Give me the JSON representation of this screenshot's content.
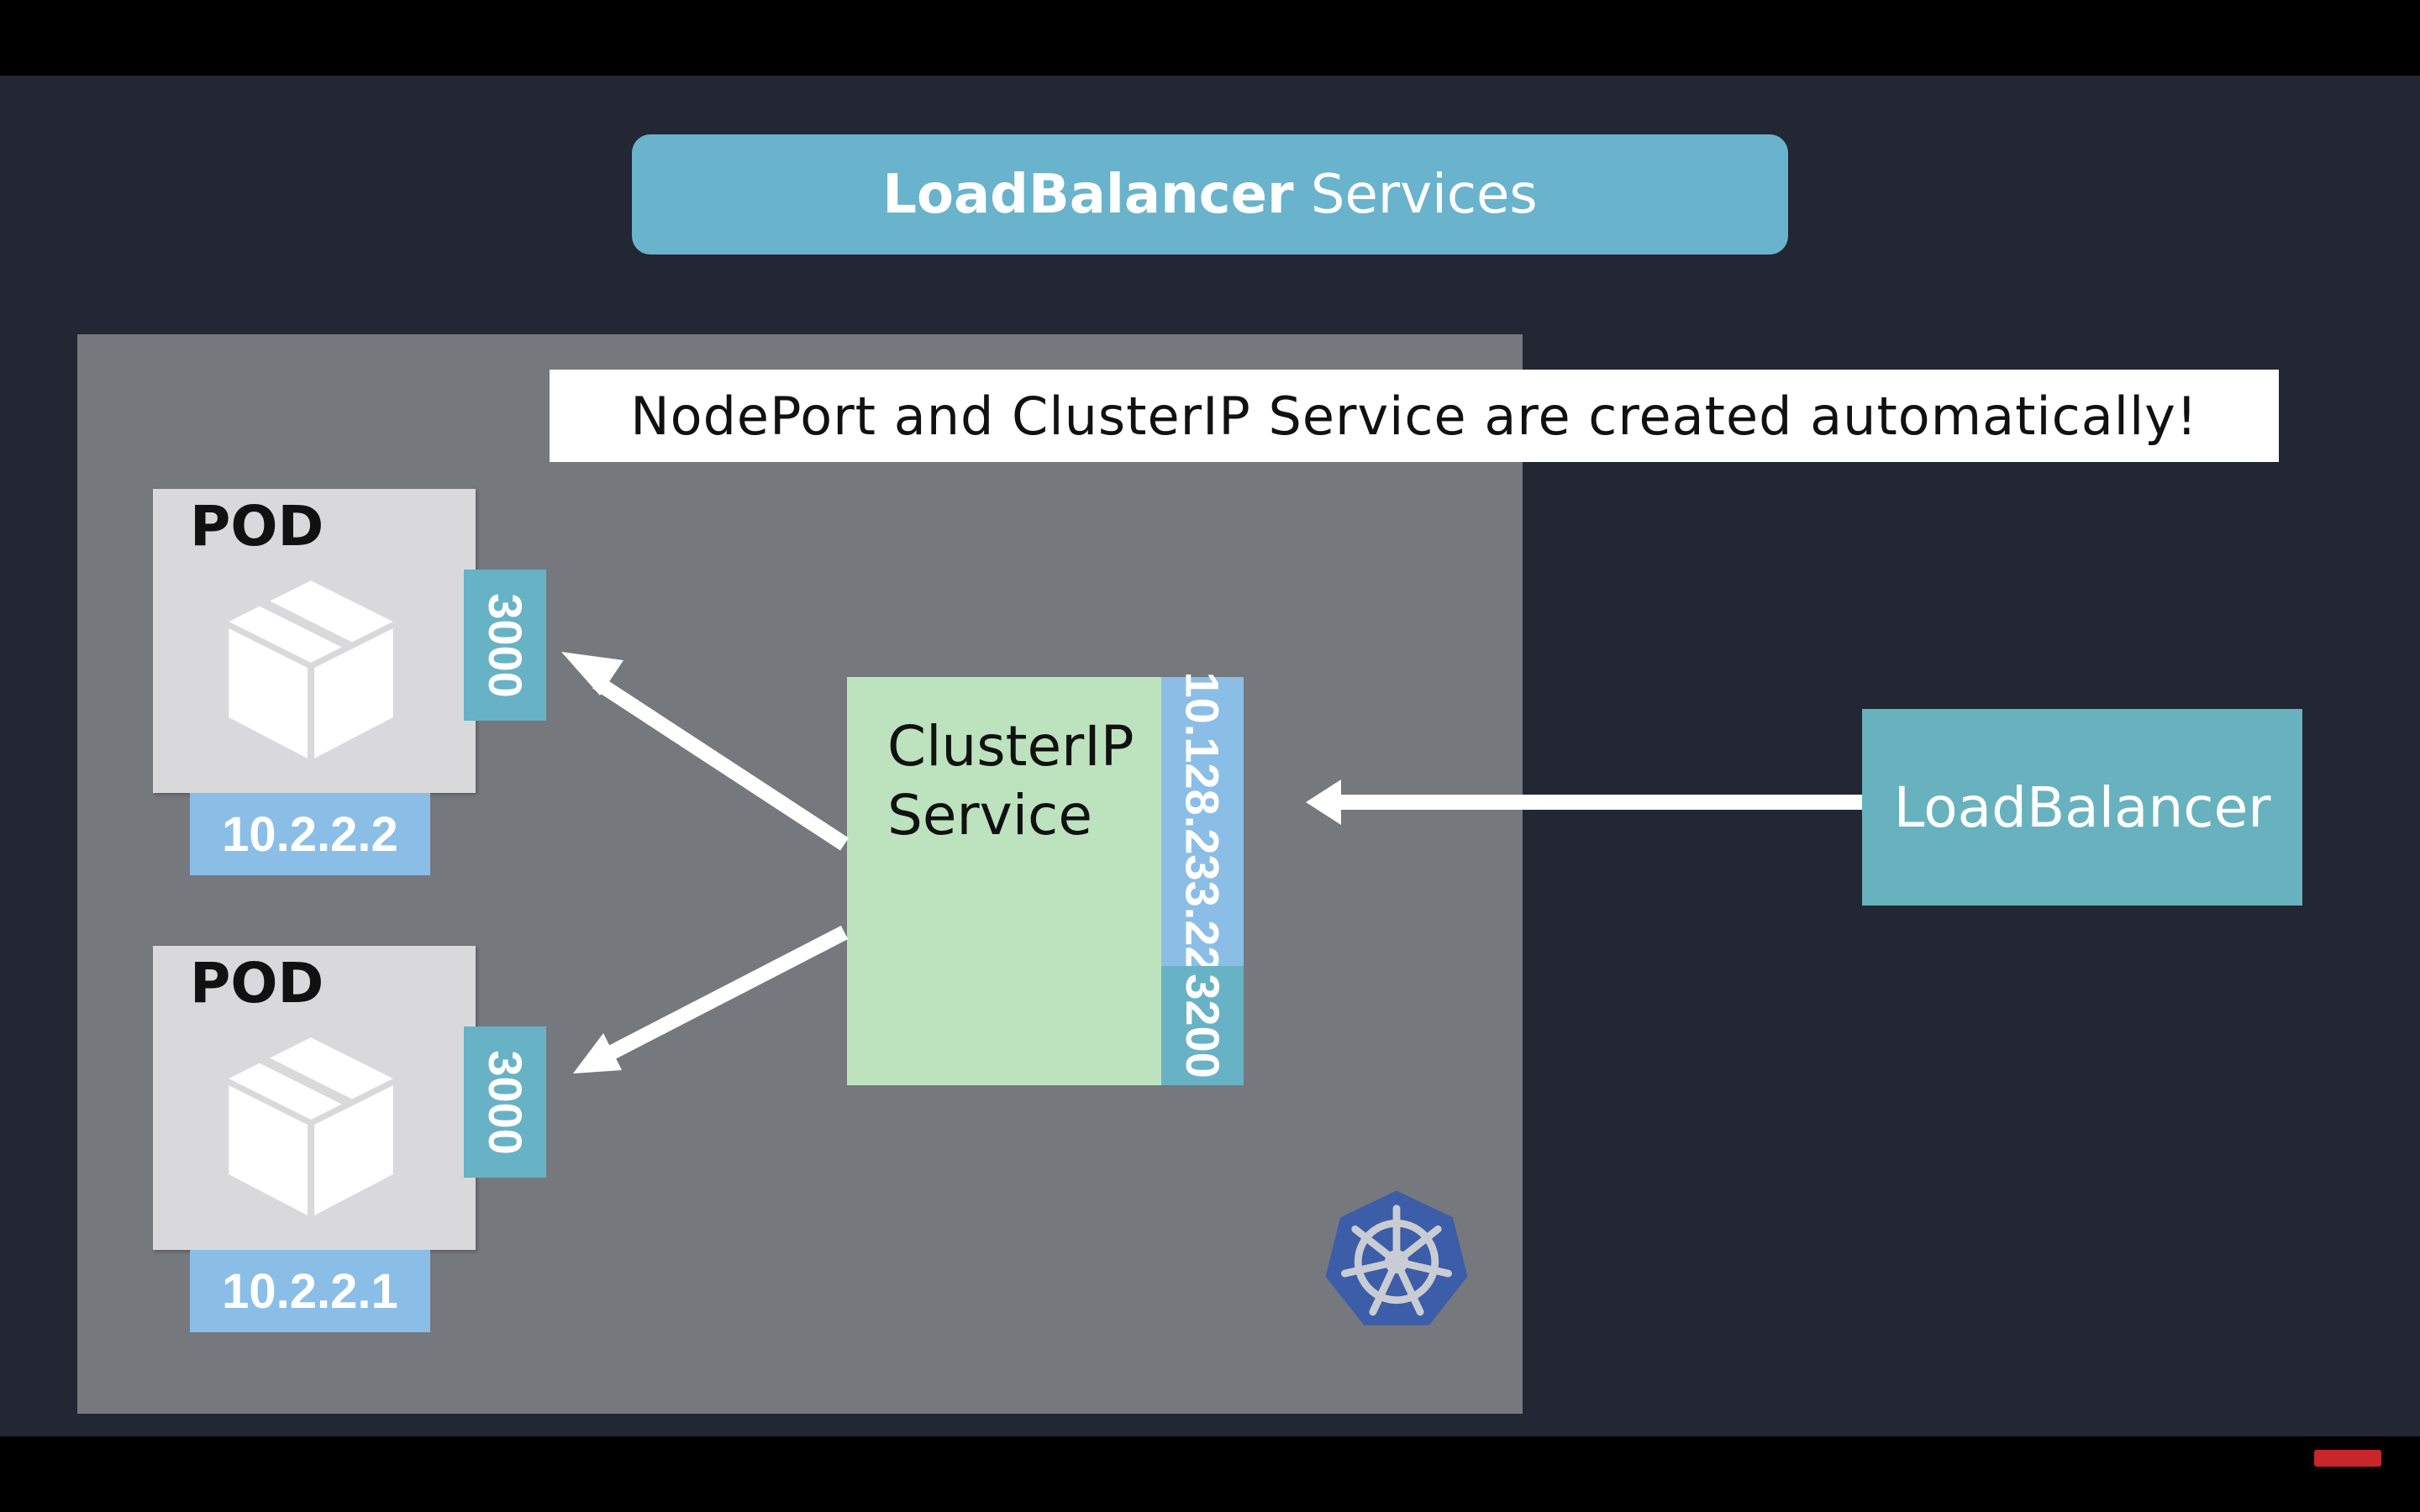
{
  "title": {
    "bold": "LoadBalancer",
    "rest": "Services"
  },
  "note": "NodePort and ClusterIP Service are created automatically!",
  "pods": [
    {
      "label": "POD",
      "port": "3000",
      "ip": "10.2.2.2"
    },
    {
      "label": "POD",
      "port": "3000",
      "ip": "10.2.2.1"
    }
  ],
  "service": {
    "name_line1": "ClusterIP",
    "name_line2": "Service",
    "ip": "10.128.233.22",
    "port": "3200"
  },
  "load_balancer": {
    "label": "LoadBalancer"
  },
  "icons": {
    "pod": "box-icon",
    "cluster": "kubernetes-helm-icon"
  },
  "colors": {
    "background": "#232733",
    "title_banner": "#69b3cc",
    "cluster": "#75787d",
    "service": "#bce3bd",
    "ip_tag": "#8bbee6",
    "port_tag": "#68b2c6",
    "load_balancer": "#68b2bf",
    "kubernetes": "#3c5da8"
  }
}
